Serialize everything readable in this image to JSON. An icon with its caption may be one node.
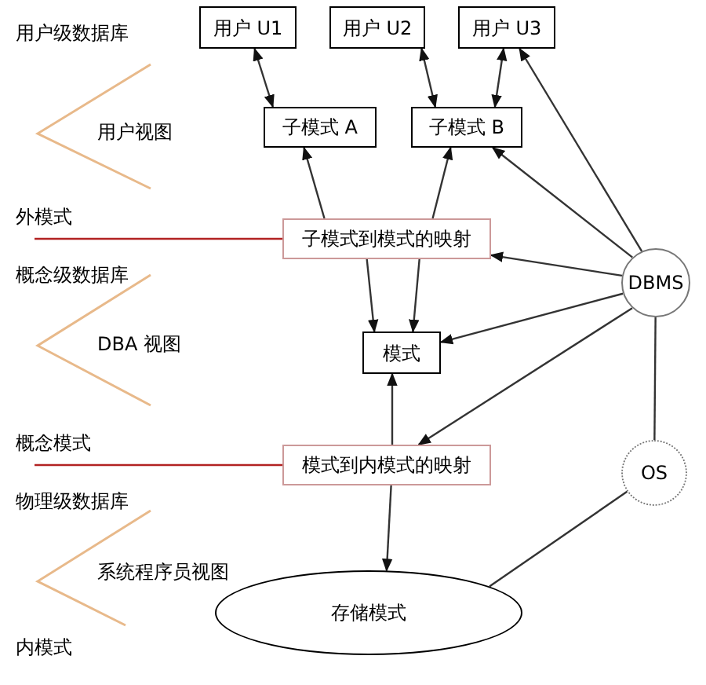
{
  "diagram": {
    "nodes": [
      {
        "text": [
          "用户 U1"
        ]
      },
      {
        "text": [
          "用户 U2"
        ]
      },
      {
        "text": [
          "用户 U3"
        ]
      },
      {
        "text": [
          "子模式 A"
        ]
      },
      {
        "text": [
          "子模式 B"
        ]
      },
      {
        "text": [
          "子模式到模式的映射"
        ]
      },
      {
        "text": [
          "模式"
        ]
      },
      {
        "text": [
          "模式到内模式的映射"
        ]
      },
      {
        "text": [
          "存储模式"
        ]
      },
      {
        "text": [
          "DBMS"
        ]
      },
      {
        "text": [
          "OS"
        ]
      },
      {
        "text": [
          "外模式"
        ]
      },
      {
        "text": [
          "概念模式"
        ]
      }
    ],
    "edges": [
      {
        "from": 0,
        "to": 3,
        "arrow": "both"
      },
      {
        "from": 1,
        "to": 4,
        "arrow": "both"
      },
      {
        "from": 2,
        "to": 4,
        "arrow": "both"
      },
      {
        "from": 5,
        "to": 3,
        "arrow": "to"
      },
      {
        "from": 5,
        "to": 4,
        "arrow": "to"
      },
      {
        "from": 5,
        "to": 6,
        "arrow": "to"
      },
      {
        "from": 5,
        "to": 6,
        "arrow": "to"
      },
      {
        "from": 7,
        "to": 6,
        "arrow": "to"
      },
      {
        "from": 7,
        "to": 8,
        "arrow": "to"
      },
      {
        "from": 9,
        "to": 2,
        "arrow": "to"
      },
      {
        "from": 9,
        "to": 4,
        "arrow": "to"
      },
      {
        "from": 9,
        "to": 5,
        "arrow": "to"
      },
      {
        "from": 9,
        "to": 6,
        "arrow": "to"
      },
      {
        "from": 9,
        "to": 7,
        "arrow": "to"
      },
      {
        "from": 11,
        "to": 5,
        "arrow": "none",
        "color": "#b22222"
      },
      {
        "from": 12,
        "to": 7,
        "arrow": "none",
        "color": "#b22222"
      },
      {
        "from": 9,
        "to": 10,
        "arrow": "none"
      },
      {
        "from": 10,
        "to": 8,
        "arrow": "none"
      }
    ],
    "labels": [
      "用户级数据库",
      "用户视图",
      "概念级数据库",
      "DBA 视图",
      "物理级数据库",
      "系统程序员视图",
      "内模式"
    ]
  }
}
